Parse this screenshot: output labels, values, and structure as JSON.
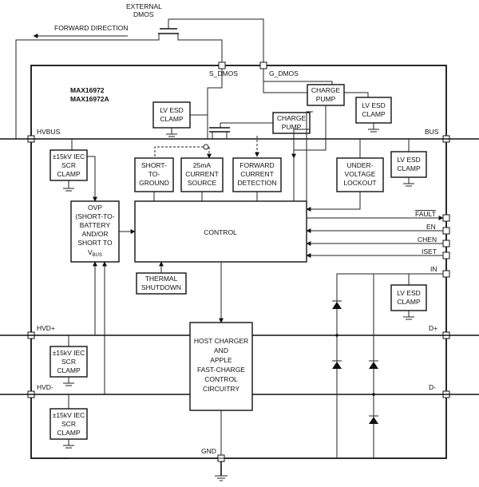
{
  "labels": {
    "external_dmos_1": "EXTERNAL",
    "external_dmos_2": "DMOS",
    "forward_direction": "FORWARD DIRECTION",
    "part1": "MAX16972",
    "part2": "MAX16972A",
    "s_dmos": "S_DMOS",
    "g_dmos": "G_DMOS"
  },
  "pins": {
    "hvbus": "HVBUS",
    "bus": "BUS",
    "fault": "FAULT",
    "en": "EN",
    "chen": "CHEN",
    "iset": "ISET",
    "in": "IN",
    "hvdp": "HVD+",
    "dp": "D+",
    "hvdm": "HVD-",
    "dm": "D-",
    "gnd": "GND"
  },
  "blocks": {
    "lv_esd_clamp": [
      "LV ESD",
      "CLAMP"
    ],
    "charge_pump": [
      "CHARGE",
      "PUMP"
    ],
    "scr_clamp": [
      "±15kV IEC",
      "SCR",
      "CLAMP"
    ],
    "short_to_ground": [
      "SHORT-",
      "TO-",
      "GROUND"
    ],
    "current_source": [
      "25mA",
      "CURRENT",
      "SOURCE"
    ],
    "forward_detection": [
      "FORWARD",
      "CURRENT",
      "DETECTION"
    ],
    "uvlo": [
      "UNDER-",
      "VOLTAGE",
      "LOCKOUT"
    ],
    "ovp": [
      "OVP",
      "(SHORT-TO-",
      "BATTERY",
      "AND/OR",
      "SHORT TO"
    ],
    "ovp_vbus": "V",
    "ovp_vbus_sub": "BUS",
    "control": "CONTROL",
    "thermal": [
      "THERMAL",
      "SHUTDOWN"
    ],
    "host": [
      "HOST CHARGER",
      "AND",
      "APPLE",
      "FAST-CHARGE",
      "CONTROL",
      "CIRCUITRY"
    ]
  }
}
